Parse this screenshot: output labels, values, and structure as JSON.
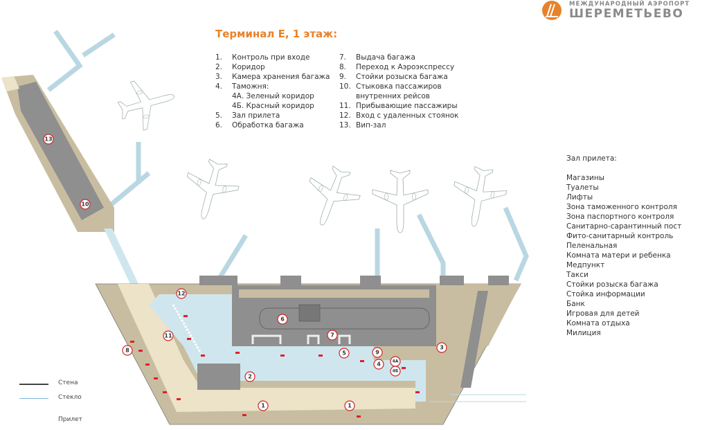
{
  "logo": {
    "line1": "МЕЖДУНАРОДНЫЙ АЭРОПОРТ",
    "line2": "ШЕРЕМЕТЬЕВО",
    "brand_color": "#e8822a"
  },
  "title": "Терминал Е, 1 этаж:",
  "legend_left": [
    {
      "num": "1.",
      "label": "Контроль при входе"
    },
    {
      "num": "2.",
      "label": "Коридор"
    },
    {
      "num": "3.",
      "label": "Камера хранения багажа"
    },
    {
      "num": "4.",
      "label": "Таможня:"
    },
    {
      "num": "",
      "label": "4А. Зеленый коридор"
    },
    {
      "num": "",
      "label": "4Б. Красный коридор"
    },
    {
      "num": "5.",
      "label": "Зал прилета"
    },
    {
      "num": "6.",
      "label": "Обработка багажа"
    }
  ],
  "legend_right": [
    {
      "num": "7.",
      "label": "Выдача багажа"
    },
    {
      "num": "8.",
      "label": "Переход к Аэроэкспрессу"
    },
    {
      "num": "9.",
      "label": "Стойки розыска багажа"
    },
    {
      "num": "10.",
      "label": "Стыковка пассажиров"
    },
    {
      "num": "",
      "label": "внутренних рейсов"
    },
    {
      "num": "11.",
      "label": "Прибывающие пассажиры"
    },
    {
      "num": "12.",
      "label": "Вход с удаленных стоянок"
    },
    {
      "num": "13.",
      "label": "Вип-зал"
    }
  ],
  "arrival_hall": {
    "heading": "Зал прилета:",
    "items": [
      "Магазины",
      "Туалеты",
      "Лифты",
      "Зона таможенного контроля",
      "Зона паспортного контроля",
      "Санитарно-сарантинный пост",
      "Фито-санитарный контроль",
      "Пеленальная",
      "Комната матери и ребенка",
      "Медпункт",
      "Такси",
      "Стойки розыска багажа",
      "Стойка информации",
      "Банк",
      "Игровая для детей",
      "Комната отдыха",
      "Милиция"
    ]
  },
  "key": {
    "wall": "Стена",
    "glass": "Стекло",
    "arrival": "Прилет"
  },
  "markers": {
    "m1": "1",
    "m2": "2",
    "m3": "3",
    "m4": "4",
    "m4a": "4А",
    "m4b": "4Б",
    "m5": "5",
    "m6": "6",
    "m7": "7",
    "m8": "8",
    "m9": "9",
    "m10": "10",
    "m11": "11",
    "m12": "12",
    "m13": "13"
  },
  "colors": {
    "beige": "#ece3c8",
    "tan": "#c9bda1",
    "grey": "#8f8f8f",
    "lightblue": "#cfe6ee",
    "bridge": "#b9d7e2",
    "arrow": "#e01f26"
  }
}
